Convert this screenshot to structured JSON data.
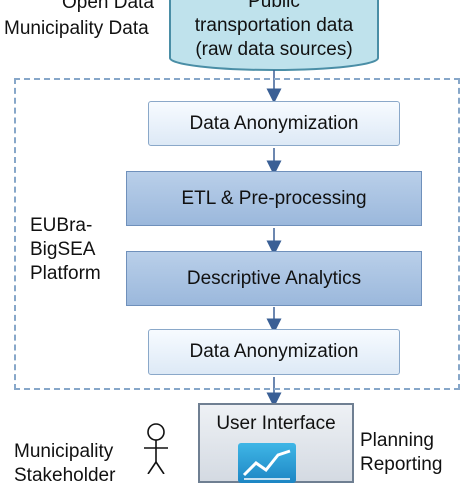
{
  "sources": {
    "open_data_line1": "Open Data",
    "open_data_line2": "Municipality Data",
    "public_transport_line1": "Public",
    "public_transport_line2": "transportation data",
    "public_transport_line3": "(raw data sources)"
  },
  "platform": {
    "label_line1": "EUBra-",
    "label_line2": "BigSEA",
    "label_line3": "Platform"
  },
  "steps": {
    "anonymization_1": "Data Anonymization",
    "etl": "ETL & Pre-processing",
    "descriptive": "Descriptive Analytics",
    "anonymization_2": "Data Anonymization"
  },
  "bottom": {
    "user_interface": "User Interface",
    "municipality_line1": "Municipality",
    "municipality_line2": "Stakeholder",
    "planning_line1": "Planning",
    "planning_line2": "Reporting"
  },
  "colors": {
    "cylinder": "#bfe2ec",
    "cylinder_stroke": "#4a8ea6",
    "light_box": "#e6eff9",
    "dark_box": "#a9c3e3",
    "dashed_border": "#87a7c9",
    "arrow": "#3a5f95"
  },
  "icons": [
    "stick-figure-icon",
    "trend-chart-icon",
    "down-arrow-icon"
  ]
}
